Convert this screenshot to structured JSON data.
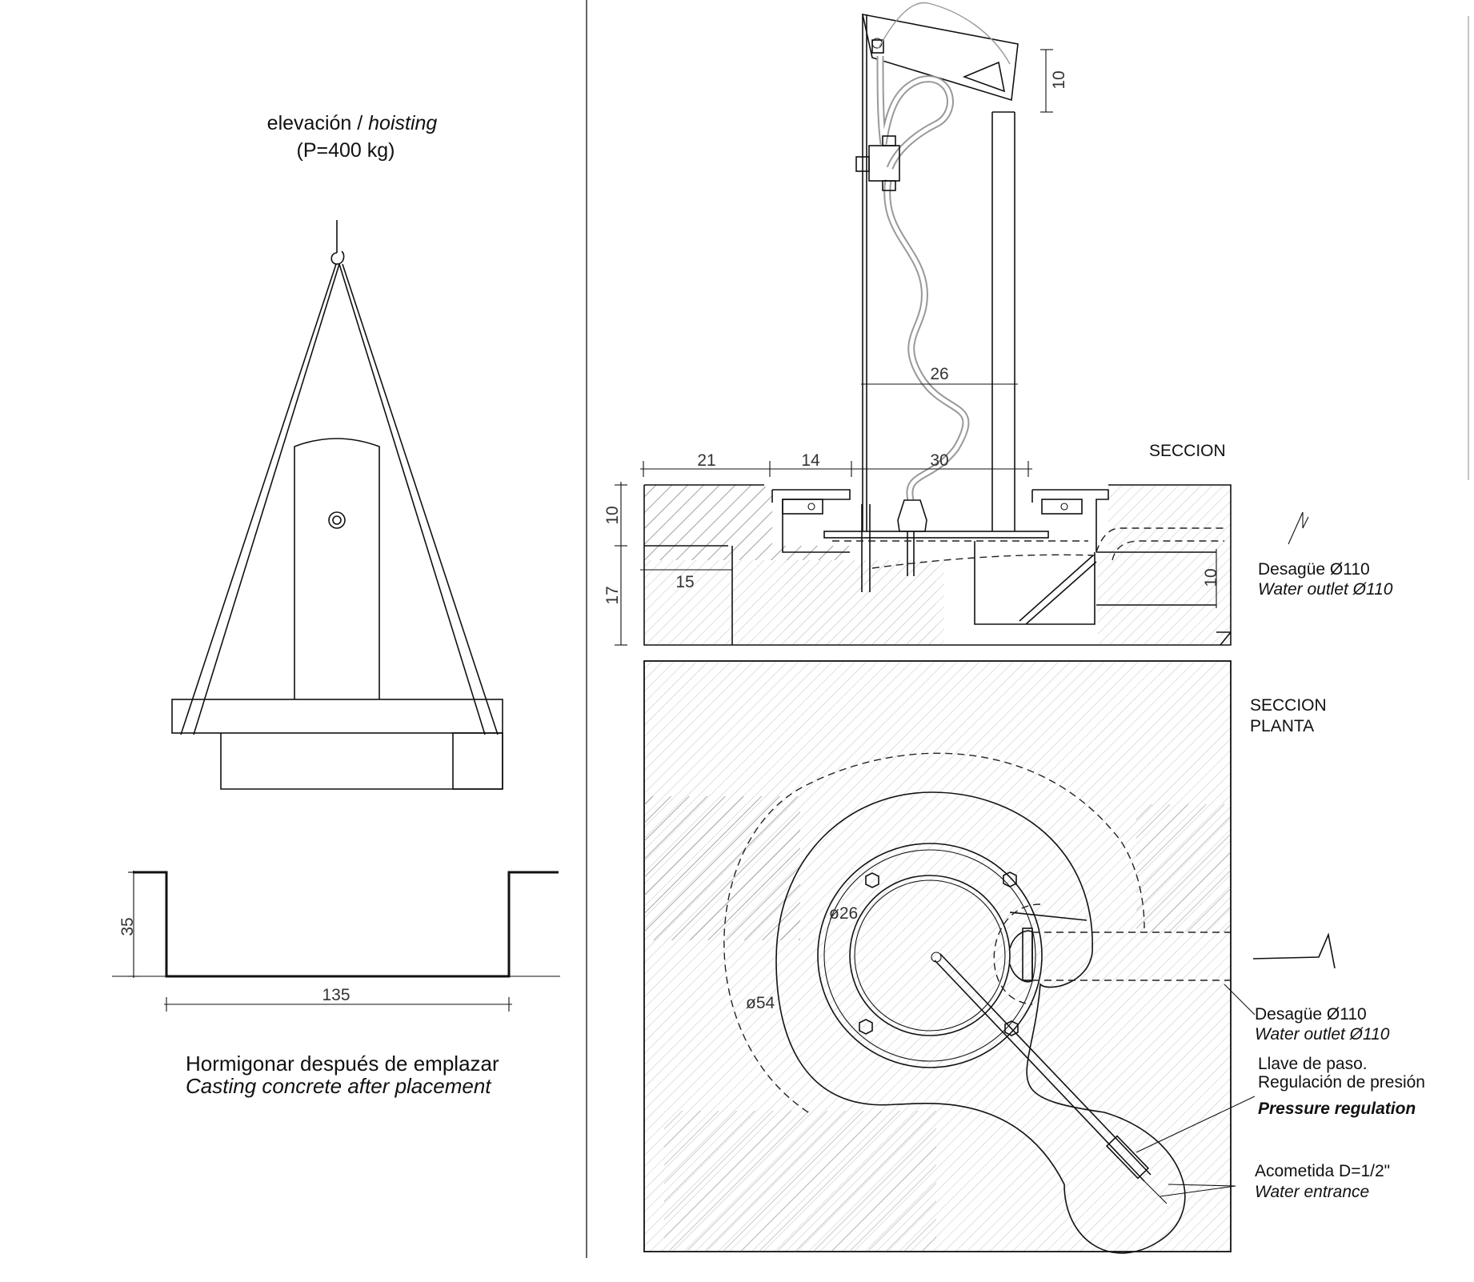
{
  "left": {
    "title": "elevación /",
    "title_italic": "hoisting",
    "weight": "(P=400 kg)",
    "dim_height": "35",
    "dim_width": "135",
    "note_es": "Hormigonar después de emplazar",
    "note_en": "Casting concrete after placement"
  },
  "section": {
    "label": "SECCION",
    "dims": {
      "top_gap": "10",
      "column_width": "26",
      "d21": "21",
      "d14": "14",
      "d30": "30",
      "base_top": "10",
      "base_depth": "17",
      "inner_15": "15",
      "outlet_10": "10"
    },
    "outlet_es": "Desagüe Ø110",
    "outlet_en": "Water outlet Ø110"
  },
  "plan": {
    "label_1": "SECCION",
    "label_2": "PLANTA",
    "dia_26": "ø26",
    "dia_54": "ø54",
    "outlet_es": "Desagüe Ø110",
    "outlet_en": "Water outlet Ø110",
    "valve_es_1": "Llave de paso.",
    "valve_es_2": "Regulación de presión",
    "valve_en": "Pressure regulation",
    "entrance_es": "Acometida D=1/2\"",
    "entrance_en": "Water entrance"
  }
}
